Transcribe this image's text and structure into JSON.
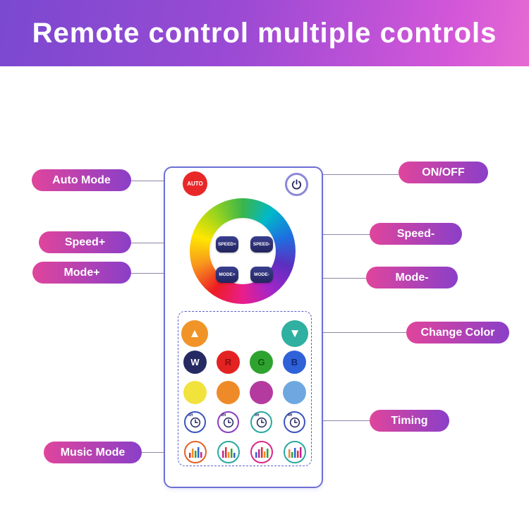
{
  "banner": {
    "title": "Remote control multiple controls"
  },
  "callouts": {
    "auto_mode": "Auto Mode",
    "on_off": "ON/OFF",
    "speed_plus": "Speed+",
    "speed_minus": "Speed-",
    "mode_plus": "Mode+",
    "mode_minus": "Mode-",
    "change_color": "Change Color",
    "timing": "Timing",
    "music_mode": "Music Mode"
  },
  "remote": {
    "auto_button_label": "AUTO",
    "center_buttons": {
      "speed_plus": "SPEED+",
      "speed_minus": "SPEED-",
      "mode_plus": "MODE+",
      "mode_minus": "MODE-"
    },
    "wrgb_labels": [
      "W",
      "R",
      "G",
      "B"
    ],
    "timer_labels": [
      "1H",
      "2H",
      "3H",
      "4H"
    ]
  },
  "icons": {
    "arrow_up": "▲",
    "arrow_down": "▼"
  },
  "colors": {
    "banner_gradient": [
      "#7a49cf",
      "#e66ad2"
    ],
    "pill_gradient": [
      "#e0459c",
      "#8a3fc8"
    ],
    "auto_button": "#e82828",
    "arrow_up_bg": "#f09428",
    "arrow_down_bg": "#2fb0a0",
    "wrgb": {
      "w": "#262a63",
      "r": "#e32222",
      "g": "#2fa32f",
      "b": "#2f62d8"
    },
    "swatches": [
      "#f2e23c",
      "#ef8a28",
      "#b43aa0",
      "#6fa8e0"
    ],
    "timer_rims": [
      "#3b55c0",
      "#8a3fc0",
      "#2aa8a0",
      "#3b55c0"
    ],
    "music_rims": [
      "#e06428",
      "#2aa8a0",
      "#d8288c",
      "#2aa8a0"
    ]
  }
}
